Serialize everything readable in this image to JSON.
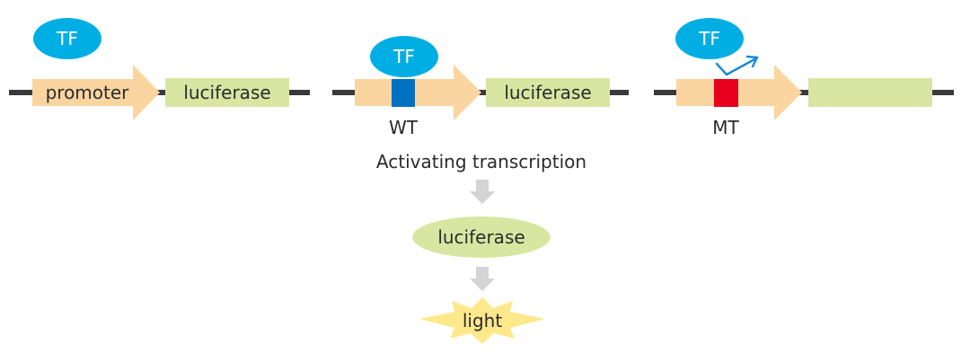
{
  "tf_label": "TF",
  "promoter_label": "promoter",
  "luciferase_label": "luciferase",
  "wt_label": "WT",
  "mt_label": "MT",
  "activating_label": "Activating transcription",
  "product_label": "luciferase",
  "light_label": "light",
  "colors": {
    "tf": "#00aee4",
    "promoter": "#fbd59f",
    "luciferase_box": "#d9e6a2",
    "wt_site": "#0070c0",
    "mt_site": "#e6001b",
    "dna_line": "#3a3a3a",
    "text": "#2b2b2b",
    "down_arrow": "#d4d4d4",
    "product_ellipse": "#d9e6a2",
    "light_burst": "#fde98c",
    "activation_arrow": "#1a8cd0"
  }
}
